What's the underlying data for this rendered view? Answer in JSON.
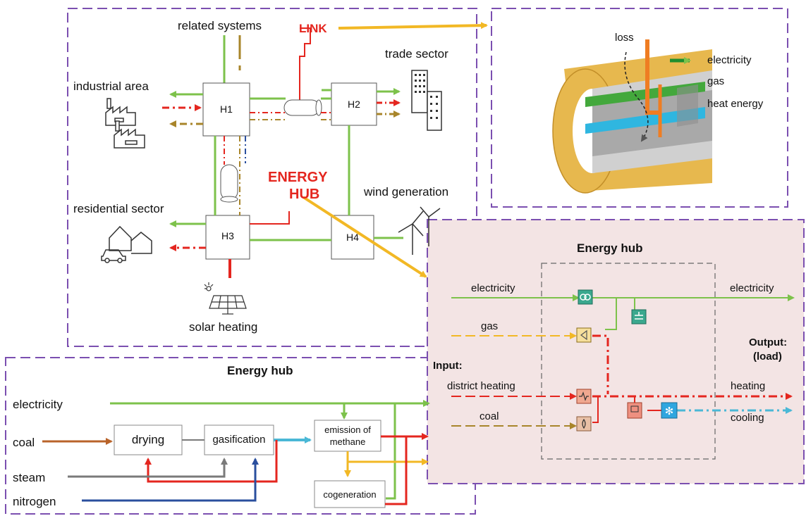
{
  "top_left": {
    "related_systems": "related systems",
    "link": "LINK",
    "trade_sector": "trade sector",
    "industrial_area": "industrial area",
    "residential_sector": "residential sector",
    "energy_hub_line1": "ENERGY",
    "energy_hub_line2": "HUB",
    "wind_generation": "wind generation",
    "solar_heating": "solar heating",
    "hubs": [
      "H1",
      "H2",
      "H3",
      "H4"
    ]
  },
  "top_right": {
    "loss": "loss",
    "electricity": "electricity",
    "gas": "gas",
    "heat_energy": "heat energy"
  },
  "right_panel": {
    "title": "Energy hub",
    "in_electricity": "electricity",
    "out_electricity": "electricity",
    "gas": "gas",
    "input": "Input:",
    "district_heating": "district heating",
    "coal": "coal",
    "output_line1": "Output:",
    "output_line2": "(load)",
    "heating": "heating",
    "cooling": "cooling"
  },
  "bottom_left": {
    "title": "Energy hub",
    "electricity": "electricity",
    "coal": "coal",
    "steam": "steam",
    "nitrogen": "nitrogen",
    "drying": "drying",
    "gasification": "gasification",
    "emission_line1": "emission of",
    "emission_line2": "methane",
    "cogeneration": "cogeneration"
  },
  "colors": {
    "electricity": "#7dc24b",
    "gas": "#f2b825",
    "heat": "#e4261f",
    "coal": "#a8852a",
    "coal_input": "#b9632a",
    "cooling": "#4ab8d6",
    "steam": "#7a7a7a",
    "nitrogen": "#2a4f9e",
    "frame": "#7b4fb0",
    "panel_bg": "#f3e4e4"
  }
}
